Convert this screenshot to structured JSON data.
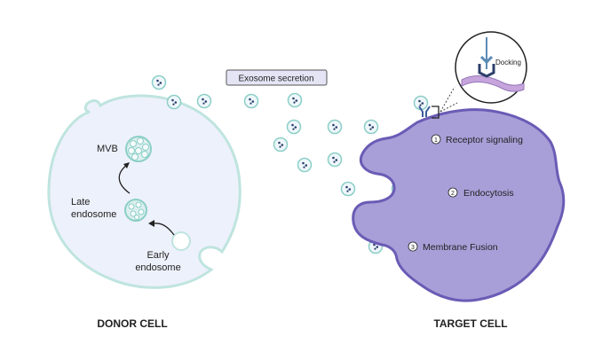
{
  "banner": {
    "label": "Exosome secretion"
  },
  "donor": {
    "title": "DONOR CELL",
    "mvb_label": "MVB",
    "late_endosome_label_line1": "Late",
    "late_endosome_label_line2": "endosome",
    "early_endosome_label_line1": "Early",
    "early_endosome_label_line2": "endosome"
  },
  "target": {
    "title": "TARGET CELL",
    "steps": [
      {
        "number": "1",
        "label": "Receptor signaling"
      },
      {
        "number": "2",
        "label": "Endocytosis"
      },
      {
        "number": "3",
        "label": "Membrane Fusion"
      }
    ]
  },
  "inset": {
    "label": "Docking"
  },
  "colors": {
    "donor_fill": "#edf1fb",
    "donor_stroke": "#bfe4df",
    "target_fill": "#a89fd8",
    "target_stroke": "#6b5bb5",
    "vesicle_stroke": "#8ccfc7",
    "banner_fill": "#e4e4f5"
  }
}
